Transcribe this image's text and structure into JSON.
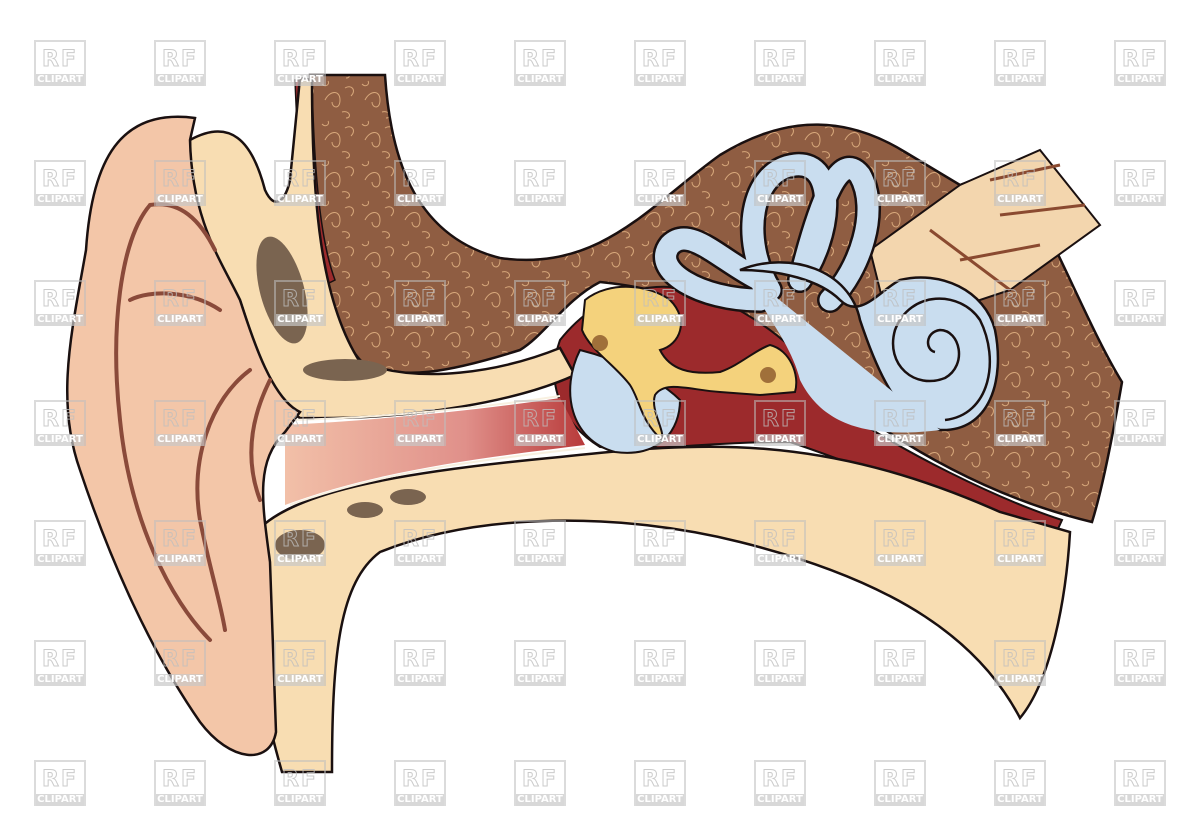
{
  "illustration": {
    "subject": "ear-anatomy-cross-section",
    "colors": {
      "skin": "#f3c6a8",
      "cartilage": "#f8ddb2",
      "bone": "#8f5d42",
      "middle_ear": "#9c2a2c",
      "inner_ear": "#c9ddef",
      "ossicles": "#f4d27c",
      "outline": "#1a1010"
    }
  },
  "watermark": {
    "line1": "RF",
    "line2": "CLIPART"
  }
}
